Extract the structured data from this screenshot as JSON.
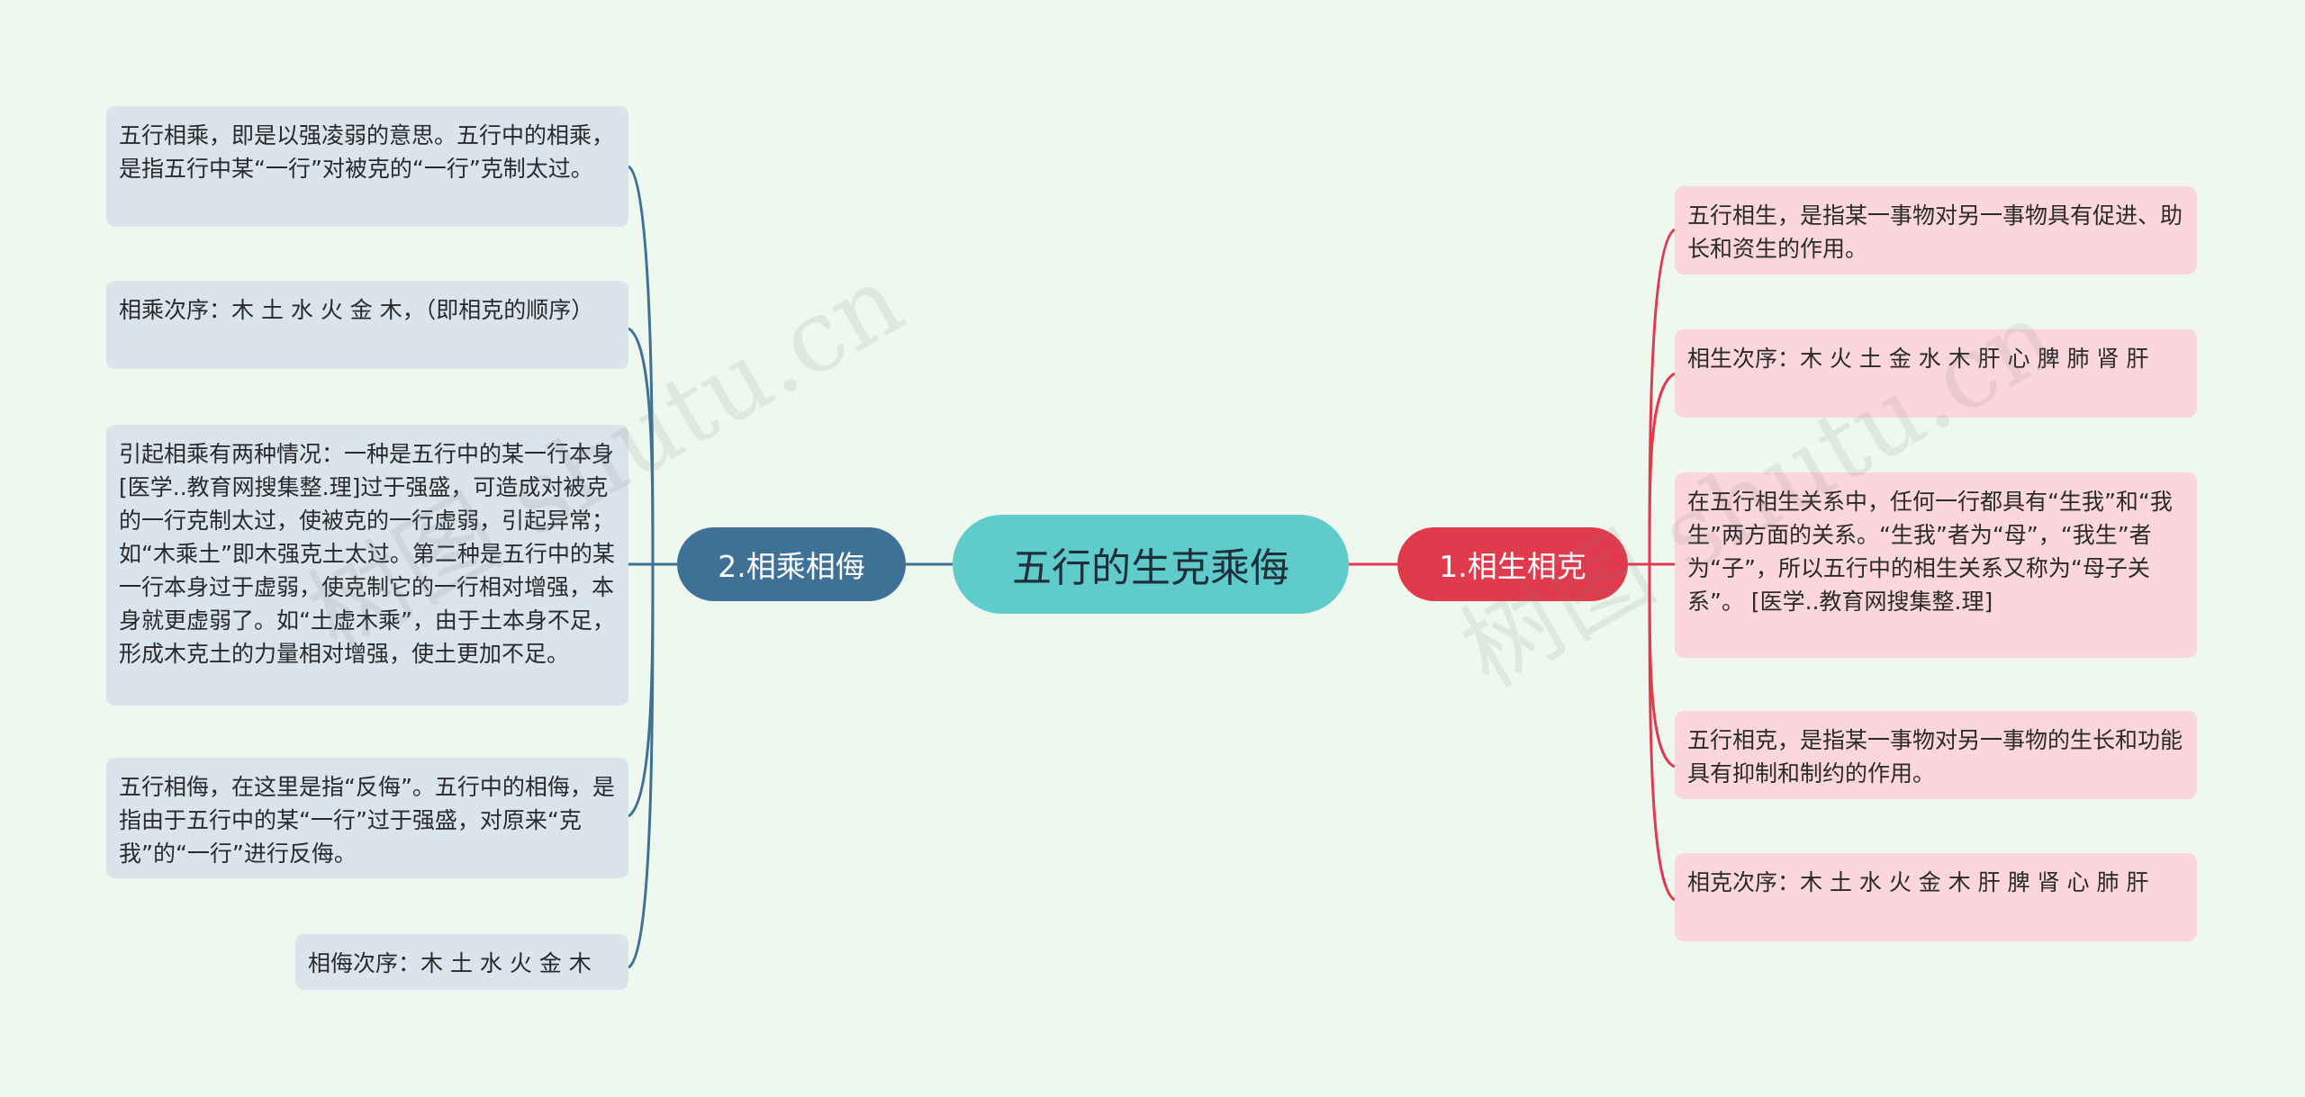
{
  "center": {
    "title": "五行的生克乘侮"
  },
  "left_branch": {
    "label": "2.相乘相侮",
    "color": "#3f7196",
    "leaves": [
      "五行相乘，即是以强凌弱的意思。五行中的相乘，是指五行中某“一行”对被克的“一行”克制太过。",
      "相乘次序：木 土 水 火 金 木，（即相克的顺序）",
      "引起相乘有两种情况：一种是五行中的某一行本身[医学..教育网搜集整.理]过于强盛，可造成对被克的一行克制太过，使被克的一行虚弱，引起异常；如“木乘土”即木强克土太过。第二种是五行中的某一行本身过于虚弱，使克制它的一行相对增强，本身就更虚弱了。如“土虚木乘”，由于土本身不足，形成木克土的力量相对增强，使土更加不足。",
      "五行相侮，在这里是指“反侮”。五行中的相侮，是指由于五行中的某“一行”过于强盛，对原来“克我”的“一行”进行反侮。",
      "相侮次序：木 土 水 火 金 木"
    ]
  },
  "right_branch": {
    "label": "1.相生相克",
    "color": "#e23a4d",
    "leaves": [
      "五行相生，是指某一事物对另一事物具有促进、助长和资生的作用。",
      "相生次序：木 火 土 金 水 木 肝 心 脾 肺 肾 肝",
      "在五行相生关系中，任何一行都具有“生我”和“我生”两方面的关系。“生我”者为“母”，“我生”者为“子”，所以五行中的相生关系又称为“母子关系”。 [医学..教育网搜集整.理]",
      "五行相克，是指某一事物对另一事物的生长和功能具有抑制和制约的作用。",
      "相克次序：木 土 水 火 金 木 肝 脾 肾 心 肺 肝"
    ]
  },
  "watermark": {
    "text": "树图 shutu.cn"
  },
  "colors": {
    "background": "#eef8ee",
    "center_fill": "#5fcbcb",
    "left_leaf_fill": "#d9e4ec",
    "right_leaf_fill": "#fbd6dd"
  }
}
